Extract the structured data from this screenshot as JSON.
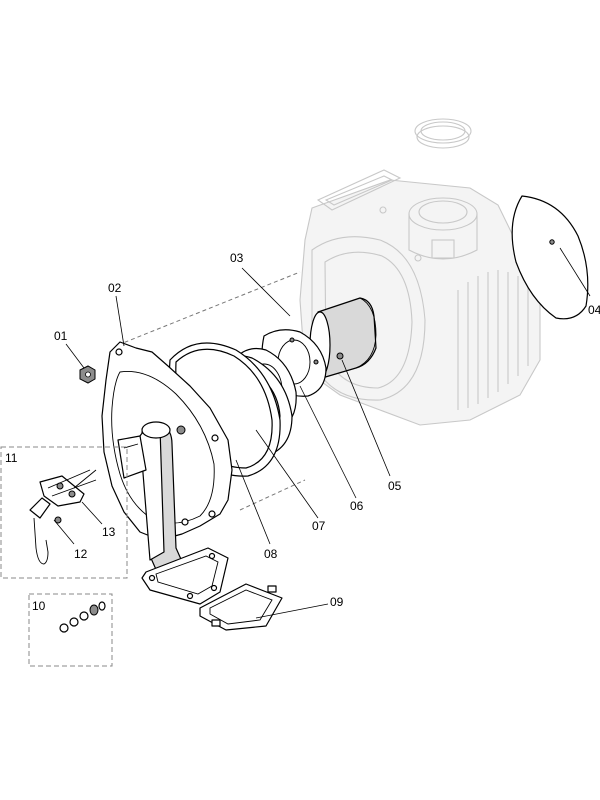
{
  "callouts": {
    "c01": "01",
    "c02": "02",
    "c03": "03",
    "c04": "04",
    "c05": "05",
    "c06": "06",
    "c07": "07",
    "c08": "08",
    "c09": "09",
    "c10": "10",
    "c11": "11",
    "c12": "12",
    "c13": "13"
  },
  "icons": {
    "heat_exchanger": "heat-exchanger-body",
    "burner_door": "burner-door-plate",
    "burner_tube": "burner-tube",
    "electrode": "ignition-electrode"
  }
}
